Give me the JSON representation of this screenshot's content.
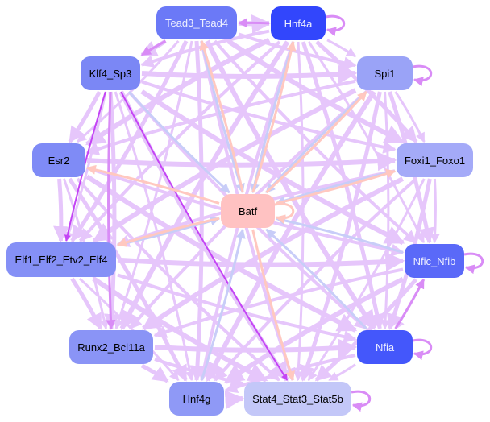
{
  "nodes": [
    {
      "id": "Tead3_Tead4",
      "label": "Tead3_Tead4",
      "fill": "#6b79f7",
      "text": "#eef0ff"
    },
    {
      "id": "Hnf4a",
      "label": "Hnf4a",
      "fill": "#3246fc",
      "text": "#eef0ff"
    },
    {
      "id": "Klf4_Sp3",
      "label": "Klf4_Sp3",
      "fill": "#7b87f5",
      "text": "#000000"
    },
    {
      "id": "Spi1",
      "label": "Spi1",
      "fill": "#9aa3f7",
      "text": "#000000"
    },
    {
      "id": "Esr2",
      "label": "Esr2",
      "fill": "#7f8bf6",
      "text": "#000000"
    },
    {
      "id": "Foxi1_Foxo1",
      "label": "Foxi1_Foxo1",
      "fill": "#a4aaf8",
      "text": "#000000"
    },
    {
      "id": "Batf",
      "label": "Batf",
      "fill": "#ffc2c2",
      "text": "#000000"
    },
    {
      "id": "Elf1_Elf2_Etv2_Elf4",
      "label": "Elf1_Elf2_Etv2_Elf4",
      "fill": "#8590f6",
      "text": "#000000"
    },
    {
      "id": "Nfic_Nfib",
      "label": "Nfic_Nfib",
      "fill": "#5a69f8",
      "text": "#eef0ff"
    },
    {
      "id": "Runx2_Bcl11a",
      "label": "Runx2_Bcl11a",
      "fill": "#8a94f6",
      "text": "#000000"
    },
    {
      "id": "Nfia",
      "label": "Nfia",
      "fill": "#4457fb",
      "text": "#eef0ff"
    },
    {
      "id": "Hnf4g",
      "label": "Hnf4g",
      "fill": "#8f99f6",
      "text": "#000000"
    },
    {
      "id": "Stat4_Stat3_Stat5b",
      "label": "Stat4_Stat3_Stat5b",
      "fill": "#c3c7f8",
      "text": "#000000"
    }
  ],
  "edge_colors": {
    "regular": "#e6c6fb",
    "strong": "#c444f5",
    "medium": "#d98cf6",
    "to_batf": "#c8cdf8",
    "from_batf": "#ffc8c0"
  },
  "self_loops": [
    "Hnf4a",
    "Spi1",
    "Nfic_Nfib",
    "Nfia",
    "Stat4_Stat3_Stat5b",
    "Batf"
  ],
  "edges": [
    [
      "Klf4_Sp3",
      "Elf1_Elf2_Etv2_Elf4",
      "strong"
    ],
    [
      "Klf4_Sp3",
      "Stat4_Stat3_Stat5b",
      "strong"
    ],
    [
      "Nfia",
      "Nfic_Nfib",
      "medium"
    ],
    [
      "Tead3_Tead4",
      "Klf4_Sp3",
      "medium"
    ],
    [
      "Hnf4a",
      "Tead3_Tead4",
      "medium"
    ],
    [
      "Klf4_Sp3",
      "Runx2_Bcl11a",
      "medium"
    ],
    [
      "Hnf4a",
      "Batf",
      "to_batf"
    ],
    [
      "Tead3_Tead4",
      "Batf",
      "to_batf"
    ],
    [
      "Spi1",
      "Batf",
      "to_batf"
    ],
    [
      "Foxi1_Foxo1",
      "Batf",
      "to_batf"
    ],
    [
      "Nfic_Nfib",
      "Batf",
      "to_batf"
    ],
    [
      "Nfia",
      "Batf",
      "to_batf"
    ],
    [
      "Hnf4g",
      "Batf",
      "to_batf"
    ],
    [
      "Elf1_Elf2_Etv2_Elf4",
      "Batf",
      "to_batf"
    ],
    [
      "Klf4_Sp3",
      "Batf",
      "to_batf"
    ],
    [
      "Batf",
      "Stat4_Stat3_Stat5b",
      "from_batf"
    ],
    [
      "Batf",
      "Esr2",
      "from_batf"
    ],
    [
      "Batf",
      "Tead3_Tead4",
      "from_batf"
    ],
    [
      "Batf",
      "Hnf4a",
      "from_batf"
    ],
    [
      "Batf",
      "Spi1",
      "from_batf"
    ],
    [
      "Batf",
      "Elf1_Elf2_Etv2_Elf4",
      "from_batf"
    ],
    [
      "Batf",
      "Foxi1_Foxo1",
      "from_batf"
    ]
  ]
}
